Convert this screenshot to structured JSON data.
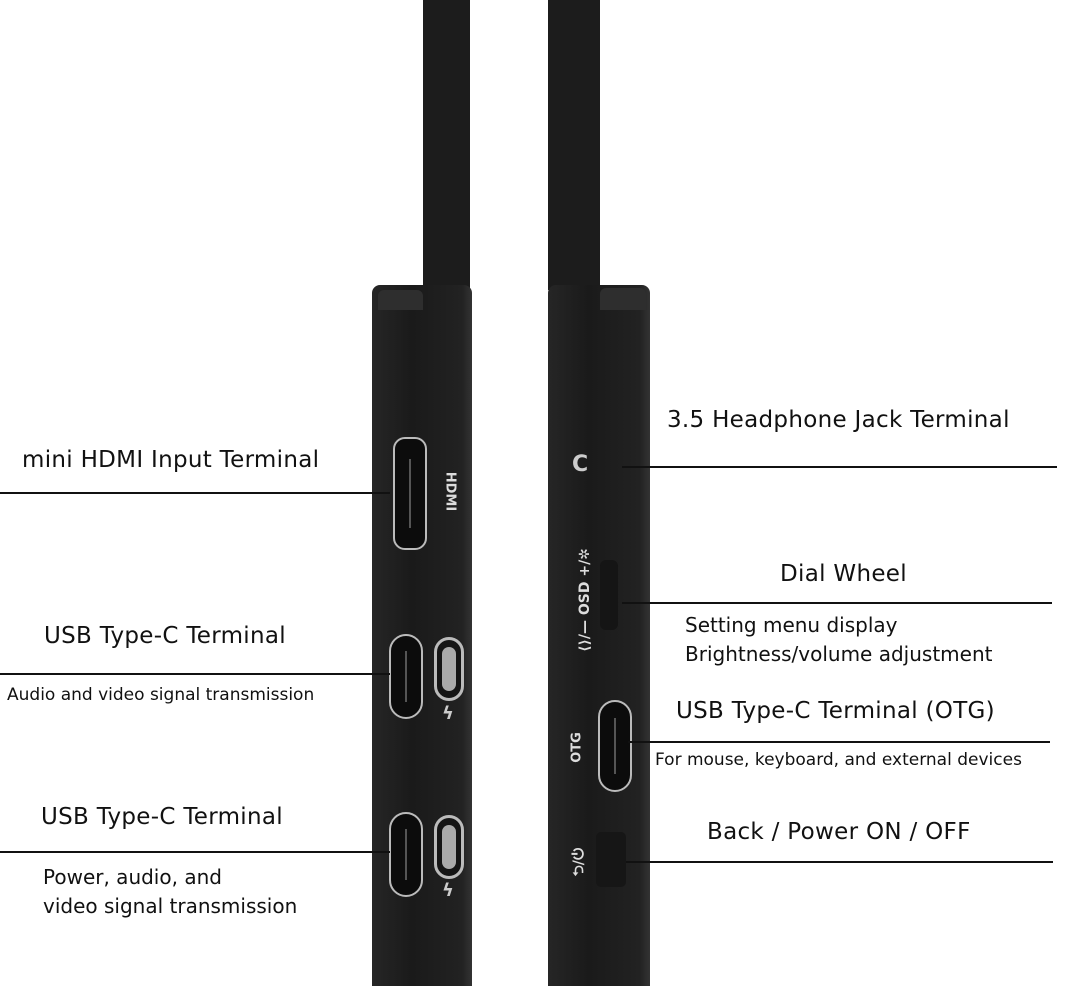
{
  "device_markings": {
    "hdmi": "HDMI",
    "dial": "⟨⟩/— OSD +/✲",
    "otg": "OTG",
    "power": "⮌/⏻",
    "bolt": "ϟ"
  },
  "left_callouts": [
    {
      "title": "mini HDMI Input Terminal"
    },
    {
      "title": "USB Type-C Terminal",
      "desc": [
        "Audio and video signal transmission"
      ]
    },
    {
      "title": "USB Type-C Terminal",
      "desc": [
        "Power, audio, and",
        "video signal transmission"
      ]
    }
  ],
  "right_callouts": [
    {
      "title": "3.5 Headphone Jack Terminal"
    },
    {
      "title": "Dial Wheel",
      "desc": [
        "Setting menu display",
        "Brightness/volume adjustment"
      ]
    },
    {
      "title": "USB Type-C Terminal (OTG)",
      "desc": [
        "For mouse, keyboard, and external devices"
      ]
    },
    {
      "title": "Back / Power ON / OFF"
    }
  ]
}
